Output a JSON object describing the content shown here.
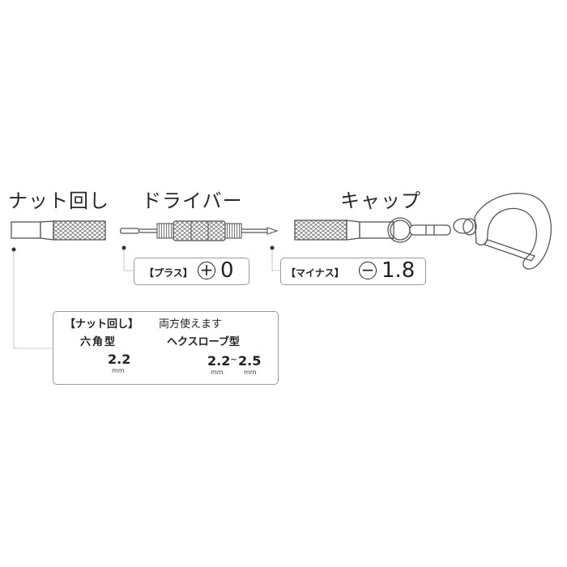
{
  "titles": {
    "nut_driver": "ナット回し",
    "driver": "ドライバー",
    "cap": "キャップ"
  },
  "driver_tips": {
    "plus": {
      "label": "【プラス】",
      "symbol": "+",
      "size": "0"
    },
    "minus": {
      "label": "【マイナス】",
      "symbol": "−",
      "size": "1.8"
    }
  },
  "nut_box": {
    "heading": "【ナット回し】",
    "note": "両方使えます",
    "hex": {
      "label": "六角型",
      "size": "2.2",
      "unit": "mm"
    },
    "hexlobe": {
      "label": "ヘクスローブ型",
      "size_min": "2.2",
      "sep": "~",
      "size_max": "2.5",
      "unit": "mm"
    }
  },
  "colors": {
    "line": "#555555",
    "box_border": "#9a9a9a",
    "text": "#222222"
  }
}
